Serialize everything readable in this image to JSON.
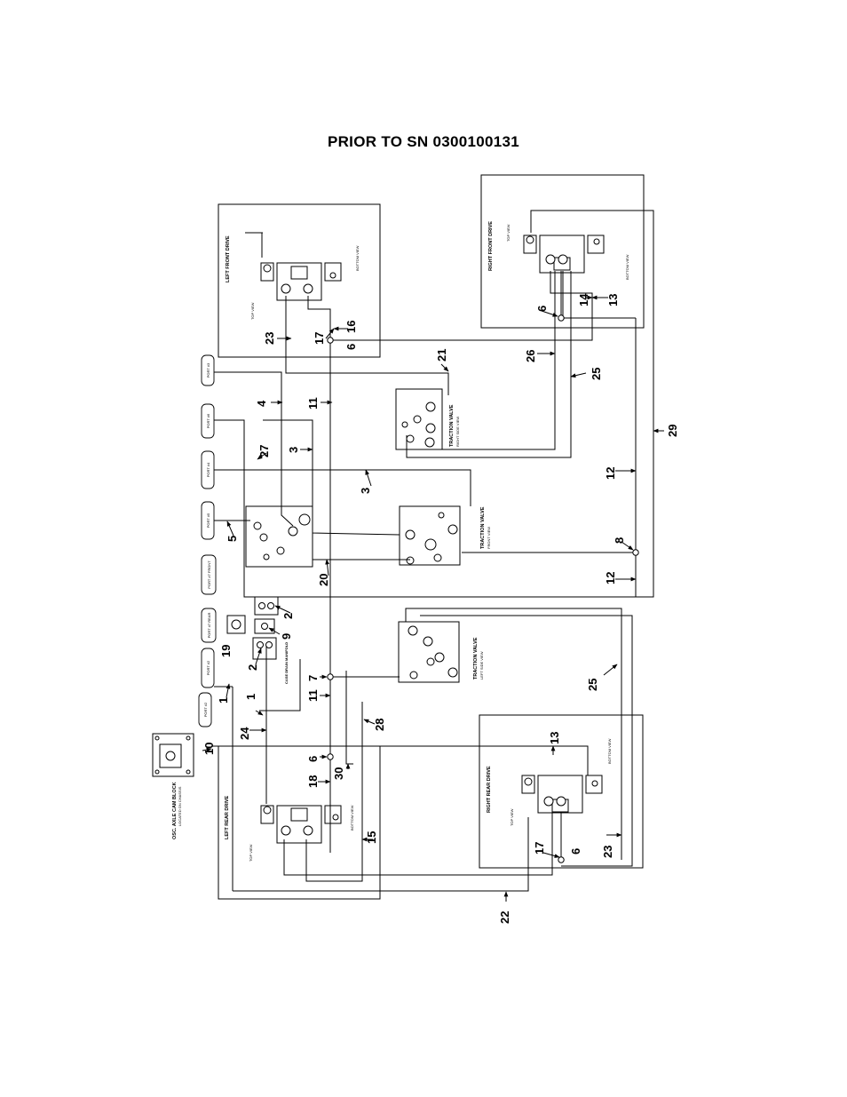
{
  "title": "PRIOR TO  SN 0300100131",
  "ports": {
    "p3": "PORT #3",
    "p6": "PORT #6",
    "p4": "PORT #4",
    "p5": "PORT #5",
    "p7f": "PORT #7 FRONT",
    "p7r": "PORT #7 REAR",
    "p2a": "PORT #2",
    "p2b": "PORT #2"
  },
  "components": {
    "left_front_drive": "LEFT FRONT DRIVE",
    "right_front_drive": "RIGHT FRONT DRIVE",
    "left_rear_drive": "LEFT REAR DRIVE",
    "right_rear_drive": "RIGHT REAR DRIVE",
    "traction_valve_right": "TRACTION VALVE",
    "traction_valve_right_sub": "RIGHT SIDE VIEW",
    "traction_valve_front": "TRACTION VALVE",
    "traction_valve_front_sub": "FRONT VIEW",
    "traction_valve_left": "TRACTION VALVE",
    "traction_valve_left_sub": "LEFT SIDE VIEW",
    "case_drain_manifold": "CASE DRAIN MANIFOLD",
    "osc_axle": "OSC. AXLE CAM BLOCK",
    "osc_axle_sub": "LOCATED ON CHASSIS"
  },
  "view_labels": {
    "top": "TOP VIEW",
    "bottom": "BOTTOM VIEW"
  },
  "callouts": {
    "c1a": "1",
    "c1b": "1",
    "c2a": "2",
    "c2b": "2",
    "c3a": "3",
    "c3b": "3",
    "c4": "4",
    "c5": "5",
    "c6a": "6",
    "c6b": "6",
    "c6c": "6",
    "c6d": "6",
    "c7": "7",
    "c8": "8",
    "c9": "9",
    "c10": "10",
    "c11a": "11",
    "c11b": "11",
    "c12a": "12",
    "c12b": "12",
    "c13a": "13",
    "c13b": "13",
    "c14": "14",
    "c15": "15",
    "c16": "16",
    "c17a": "17",
    "c17b": "17",
    "c18": "18",
    "c19": "19",
    "c20": "20",
    "c21": "21",
    "c22": "22",
    "c23a": "23",
    "c23b": "23",
    "c24": "24",
    "c25a": "25",
    "c25b": "25",
    "c26": "26",
    "c27": "27",
    "c28": "28",
    "c29": "29",
    "c30": "30"
  }
}
